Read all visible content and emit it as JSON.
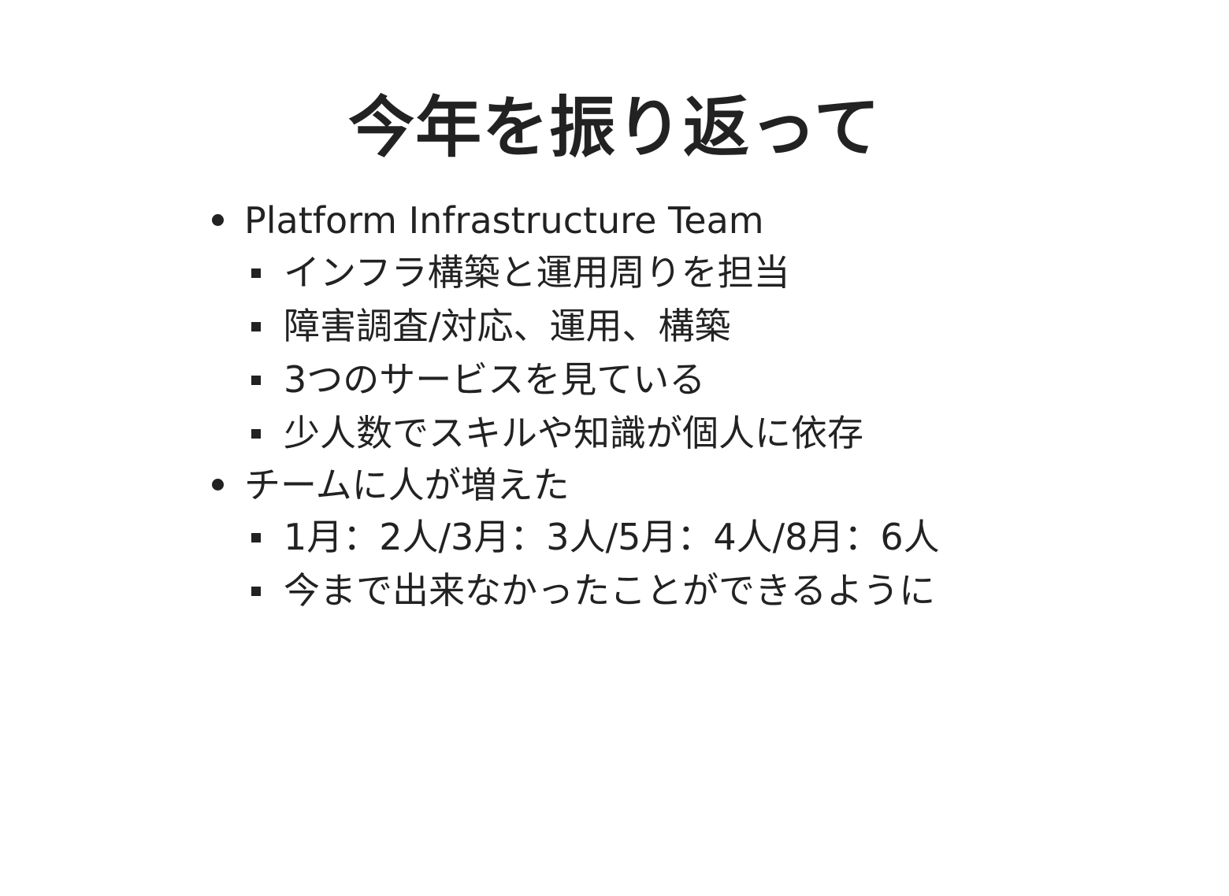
{
  "slide": {
    "title": "今年を振り返って",
    "bullets": [
      {
        "text": "Platform Infrastructure Team",
        "children": [
          "インフラ構築と運用周りを担当",
          "障害調査/対応、運用、構築",
          "3つのサービスを見ている",
          "少人数でスキルや知識が個人に依存"
        ]
      },
      {
        "text": "チームに人が増えた",
        "children": [
          "1月：2人/3月：3人/5月：4人/8月：6人",
          "今まで出来なかったことができるように"
        ]
      }
    ]
  }
}
